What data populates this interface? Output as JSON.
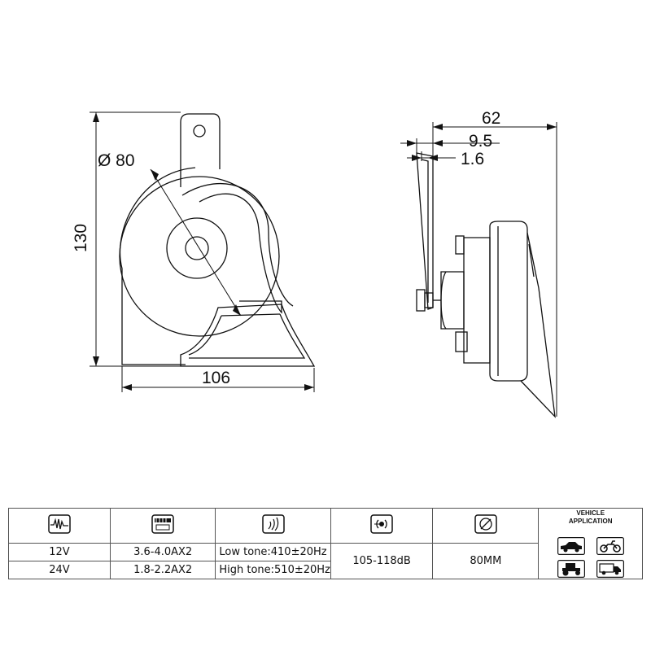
{
  "dimensions": {
    "diameter": "Ø 80",
    "height": "130",
    "width": "106",
    "depth_total": "62",
    "depth_bracket": "9.5",
    "bracket_thickness": "1.6"
  },
  "spec_table": {
    "vehicle_header_line1": "VEHICLE",
    "vehicle_header_line2": "APPLICATION",
    "icons": [
      "voltage-wave-icon",
      "current-meter-icon",
      "sound-wave-icon",
      "sound-level-icon",
      "size-icon"
    ],
    "rows": [
      {
        "voltage": "12V",
        "current": "3.6-4.0AX2",
        "tone": "Low  tone:410±20Hz"
      },
      {
        "voltage": "24V",
        "current": "1.8-2.2AX2",
        "tone": "High tone:510±20Hz"
      }
    ],
    "sound_level": "105-118dB",
    "size": "80MM",
    "vehicles": [
      "car-icon",
      "motorcycle-icon",
      "tractor-icon",
      "truck-icon"
    ]
  }
}
